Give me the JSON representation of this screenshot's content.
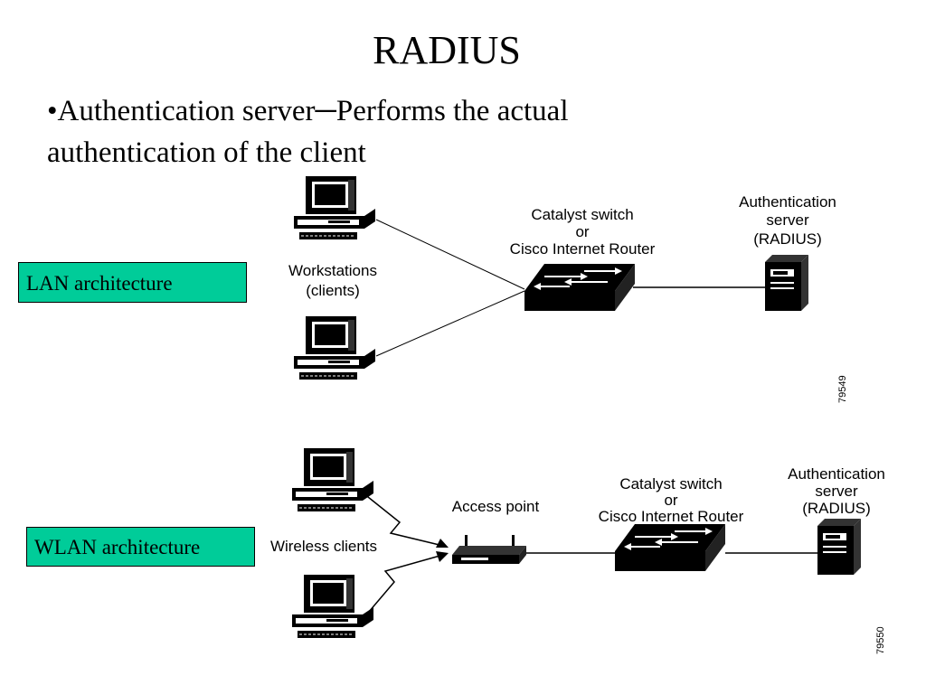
{
  "slide": {
    "title": "RADIUS",
    "bullet_line1": "•Authentication server─Performs the actual",
    "bullet_line2": "authentication of the client"
  },
  "lan": {
    "box_label": "LAN architecture",
    "clients_label_1": "Workstations",
    "clients_label_2": "(clients)",
    "switch_label_1": "Catalyst switch",
    "switch_label_2": "or",
    "switch_label_3": "Cisco Internet Router",
    "server_label_1": "Authentication",
    "server_label_2": "server",
    "server_label_3": "(RADIUS)",
    "figure_id": "79549"
  },
  "wlan": {
    "box_label": "WLAN architecture",
    "clients_label": "Wireless clients",
    "ap_label": "Access point",
    "switch_label_1": "Catalyst switch",
    "switch_label_2": "or",
    "switch_label_3": "Cisco Internet Router",
    "server_label_1": "Authentication",
    "server_label_2": "server",
    "server_label_3": "(RADIUS)",
    "figure_id": "79550"
  }
}
